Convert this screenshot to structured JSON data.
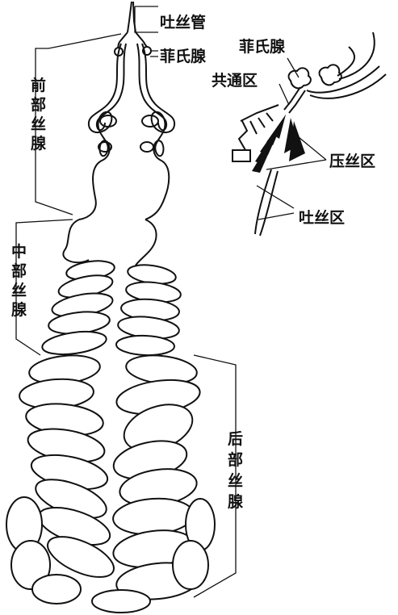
{
  "labels": {
    "spinneret": "吐丝管",
    "filippi_gland_left": "菲氏腺",
    "anterior_gland": "前部丝腺",
    "middle_gland": "中部丝腺",
    "posterior_gland": "后部丝腺",
    "filippi_gland_inset": "菲氏腺",
    "common_zone": "共通区",
    "press_zone": "压丝区",
    "spinning_zone": "吐丝区"
  },
  "colors": {
    "ink": "#111111",
    "background": "#ffffff"
  }
}
